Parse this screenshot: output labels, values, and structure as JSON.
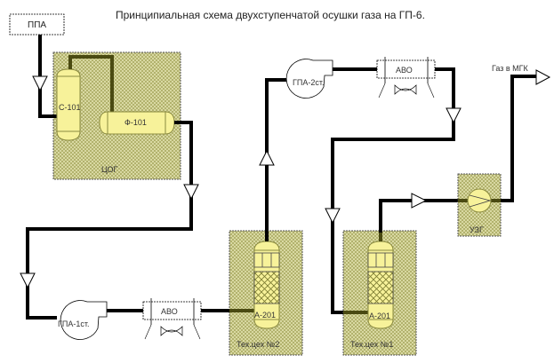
{
  "title": "Принципиальная схема двухступенчатой осушки газа на ГП-6.",
  "nodes": {
    "ppa": "ППА",
    "tsog_zone": "ЦОГ",
    "c101": "С-101",
    "f101": "Ф-101",
    "gpa1": "ГПА-1ст.",
    "avo1": "АВО",
    "tech2_zone": "Тех.цех №2",
    "a201_tech2": "А-201",
    "gpa2": "ГПА-2ст.",
    "avo2": "АВО",
    "tech1_zone": "Тех.цех №1",
    "a201_tech1": "А-201",
    "uzg_zone": "УЗГ",
    "gas_out": "Газ в МГК"
  },
  "colors": {
    "zone_fill": "#c8c87a",
    "vessel_fill": "#f7f29a",
    "pipe": "#000000"
  }
}
